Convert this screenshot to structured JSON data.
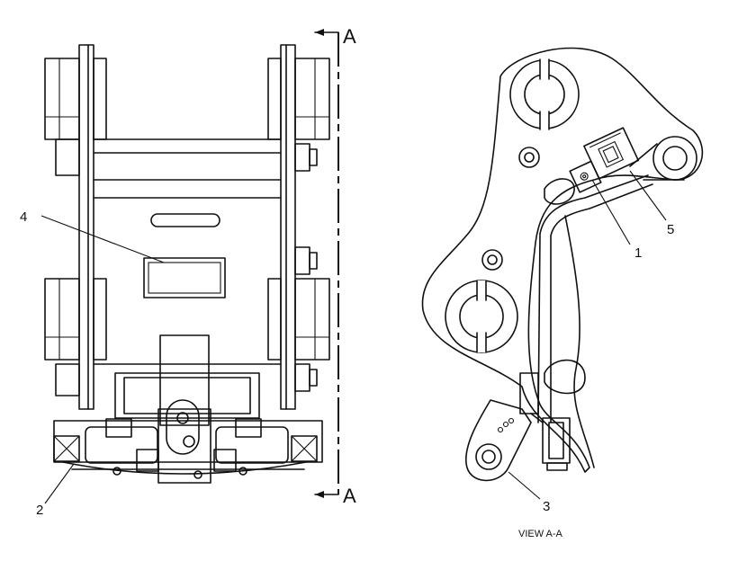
{
  "callouts": {
    "c1": "1",
    "c2": "2",
    "c3": "3",
    "c4": "4",
    "c5": "5"
  },
  "section": {
    "top": "A",
    "bottom": "A"
  },
  "view_caption": "VIEW A-A"
}
